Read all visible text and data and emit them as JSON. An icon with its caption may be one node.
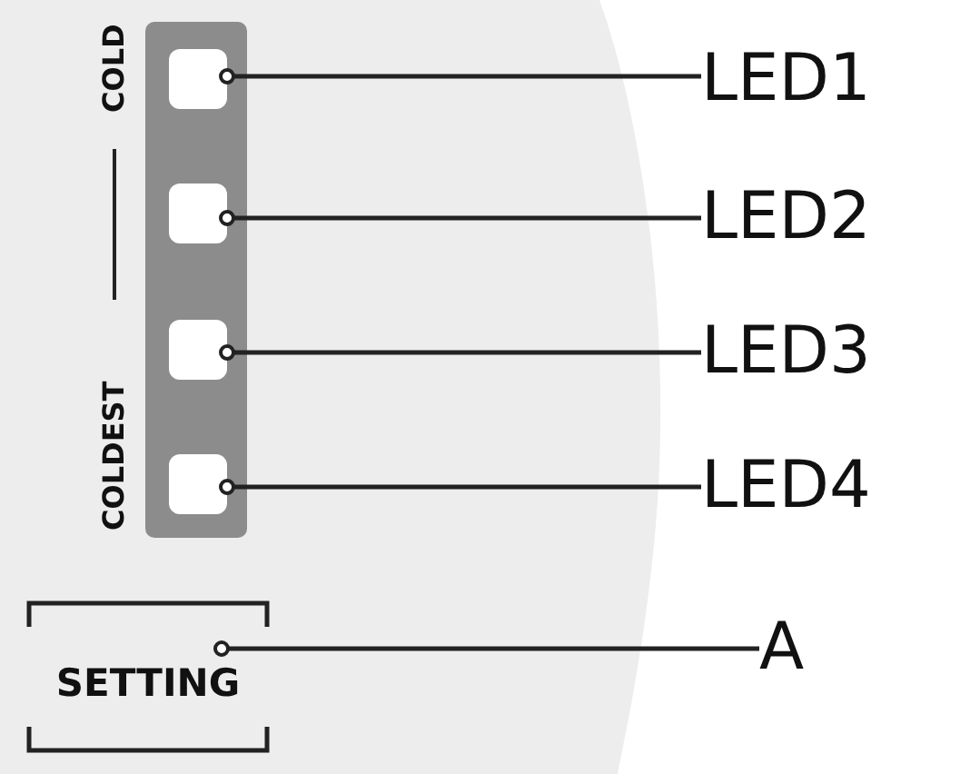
{
  "diagram": {
    "nodes": [
      {
        "text": [],
        "shape": "box"
      },
      {
        "text": [],
        "shape": "box"
      },
      {
        "text": [],
        "shape": "box"
      },
      {
        "text": [],
        "shape": "box"
      },
      {
        "text": [
          "SETTING"
        ]
      },
      {
        "text": [
          "LED1"
        ]
      },
      {
        "text": [
          "LED2"
        ]
      },
      {
        "text": [
          "LED3"
        ]
      },
      {
        "text": [
          "LED4"
        ]
      },
      {
        "text": [
          "A"
        ]
      }
    ],
    "edges": [
      {
        "from": 5,
        "to": 0,
        "arrow": "other"
      },
      {
        "from": 6,
        "to": 1,
        "arrow": "other"
      },
      {
        "from": 7,
        "to": 2,
        "arrow": "other"
      },
      {
        "from": 8,
        "to": 3,
        "arrow": "other"
      },
      {
        "from": 9,
        "to": 4,
        "arrow": "other"
      }
    ],
    "labels": [
      "COLD",
      "COLDEST"
    ]
  }
}
